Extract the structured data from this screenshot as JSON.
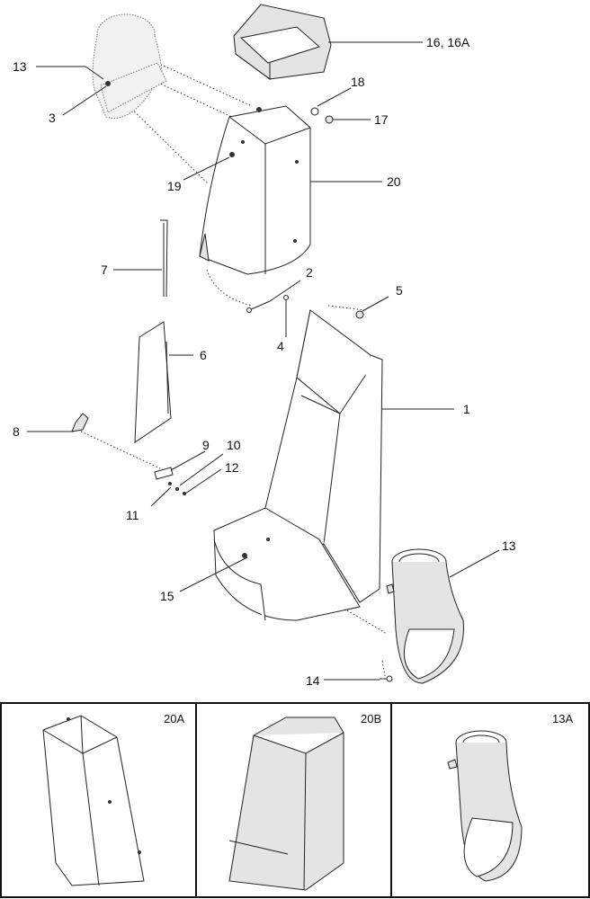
{
  "diagram": {
    "callouts": [
      {
        "id": "c1",
        "text": "1"
      },
      {
        "id": "c2",
        "text": "2"
      },
      {
        "id": "c3",
        "text": "3"
      },
      {
        "id": "c4",
        "text": "4"
      },
      {
        "id": "c5",
        "text": "5"
      },
      {
        "id": "c6",
        "text": "6"
      },
      {
        "id": "c7",
        "text": "7"
      },
      {
        "id": "c8",
        "text": "8"
      },
      {
        "id": "c9",
        "text": "9"
      },
      {
        "id": "c10",
        "text": "10"
      },
      {
        "id": "c11",
        "text": "11"
      },
      {
        "id": "c12",
        "text": "12"
      },
      {
        "id": "c13a",
        "text": "13"
      },
      {
        "id": "c13b",
        "text": "13"
      },
      {
        "id": "c14",
        "text": "14"
      },
      {
        "id": "c15",
        "text": "15"
      },
      {
        "id": "c16",
        "text": "16, 16A"
      },
      {
        "id": "c17",
        "text": "17"
      },
      {
        "id": "c18",
        "text": "18"
      },
      {
        "id": "c19",
        "text": "19"
      },
      {
        "id": "c20",
        "text": "20"
      }
    ],
    "insets": [
      {
        "label": "20A"
      },
      {
        "label": "20B"
      },
      {
        "label": "13A"
      }
    ],
    "colors": {
      "line": "#222222",
      "shade": "#e4e4e4",
      "frame": "#111111"
    }
  }
}
